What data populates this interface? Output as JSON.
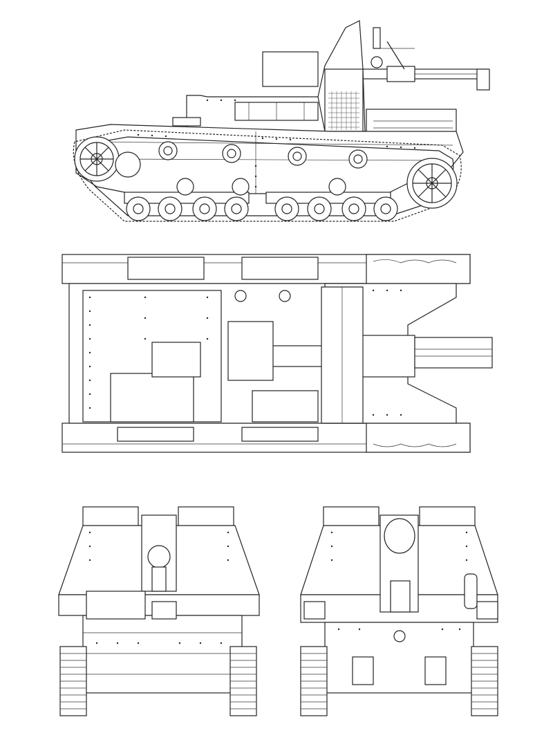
{
  "drawing": {
    "views": [
      {
        "id": "side",
        "kind": "side-elevation"
      },
      {
        "id": "top",
        "kind": "plan"
      },
      {
        "id": "front",
        "kind": "front-elevation"
      },
      {
        "id": "rear",
        "kind": "rear-elevation"
      }
    ],
    "colors": {
      "line": "#222222",
      "paper": "#ffffff"
    }
  }
}
